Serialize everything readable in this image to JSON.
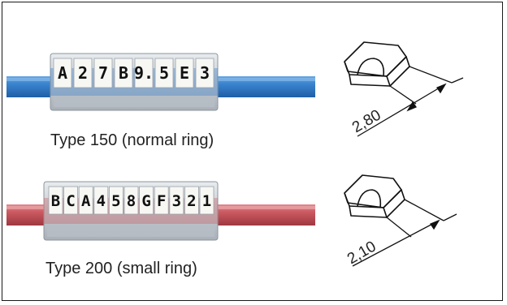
{
  "marker_1": {
    "characters": [
      "A",
      "2",
      "7",
      "B",
      "9.",
      "5",
      "E",
      "3"
    ],
    "caption": "Type 150 (normal ring)",
    "dimension_label": "2,80",
    "cable_color": "#2f78c8"
  },
  "marker_2": {
    "characters": [
      "B",
      "C",
      "A",
      "4",
      "5",
      "8",
      "G",
      "F",
      "3",
      "2",
      "1"
    ],
    "caption": "Type 200 (small ring)",
    "dimension_label": "2,10",
    "cable_color": "#c8555c"
  }
}
